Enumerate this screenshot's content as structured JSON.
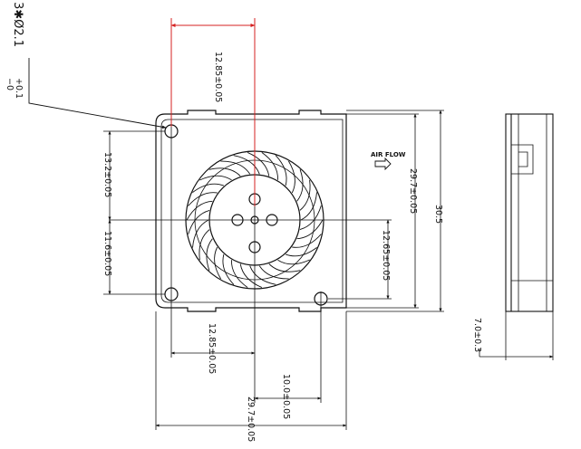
{
  "hole_callout": {
    "prefix": "3✱Ø2.1",
    "tol_upper": "+0.1",
    "tol_lower": "−0"
  },
  "air_flow": "AIR FLOW",
  "dims": {
    "top_hole_spacing": "12.85±0.05",
    "bottom_hole_spacing": "12.85±0.05",
    "upper_hole_to_center": "13.2±0.05",
    "lower_hole_to_center": "11.6±0.05",
    "center_to_right_hole": "12.65±0.05",
    "frame_height": "29.7±0.05",
    "overall_height": "30.5",
    "center_to_right_hole_x": "10.0±0.05",
    "frame_width": "29.7±0.05",
    "thickness": "7.0±0.3"
  },
  "colors": {
    "line": "#111111",
    "highlight": "#d42020"
  }
}
